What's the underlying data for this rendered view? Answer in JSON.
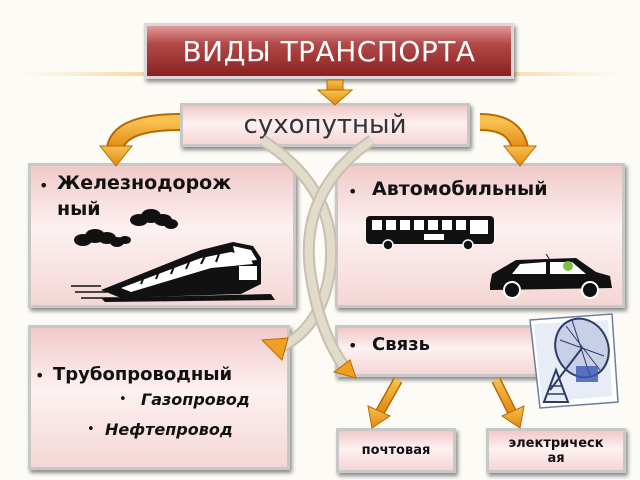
{
  "title": "ВИДЫ ТРАНСПОРТА",
  "subtitle": "сухопутный",
  "railway": {
    "line1": "Железнодорож",
    "line2": "ный"
  },
  "auto": {
    "label": "Автомобильный"
  },
  "pipeline": {
    "label": "Трубопроводный",
    "sub1": "Газопровод",
    "sub2": "Нефтепровод"
  },
  "svyaz": {
    "label": "Связь"
  },
  "mail": {
    "label": "почтовая"
  },
  "electric": {
    "line1": "электрическ",
    "line2": "ая"
  },
  "colors": {
    "title_bg": "#a83636",
    "box_bg": "#f8e2e2",
    "arrow": "#f0a020"
  }
}
